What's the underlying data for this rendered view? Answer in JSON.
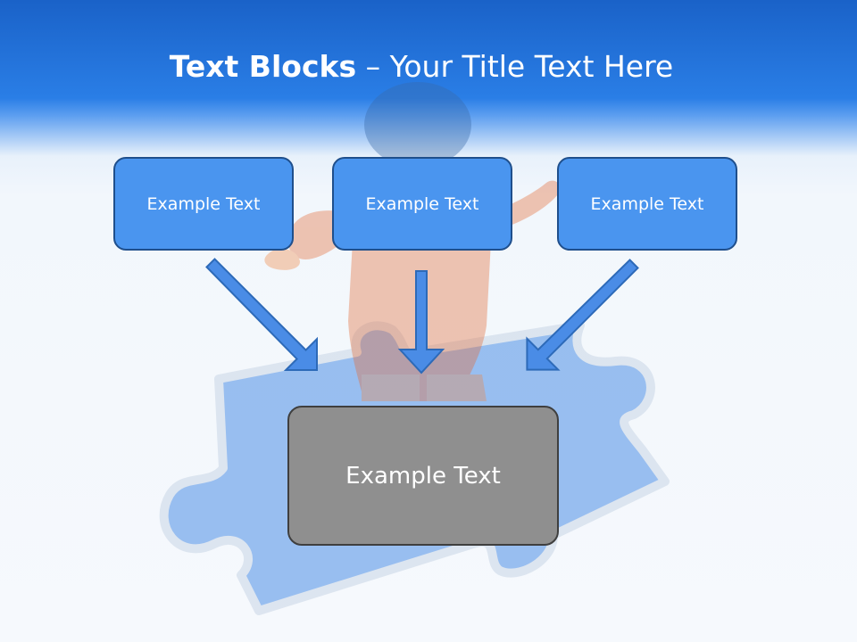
{
  "title": {
    "bold": "Text Blocks",
    "dash": " – ",
    "rest": "Your Title Text Here"
  },
  "blocks": [
    {
      "label": "Example Text"
    },
    {
      "label": "Example Text"
    },
    {
      "label": "Example Text"
    }
  ],
  "target": {
    "label": "Example Text"
  },
  "colors": {
    "header": "#1a62c8",
    "block_fill": "#4a95ef",
    "block_border": "#1f4f8c",
    "arrow_fill": "#4a8ce6",
    "target_fill": "#8f8f8f"
  }
}
